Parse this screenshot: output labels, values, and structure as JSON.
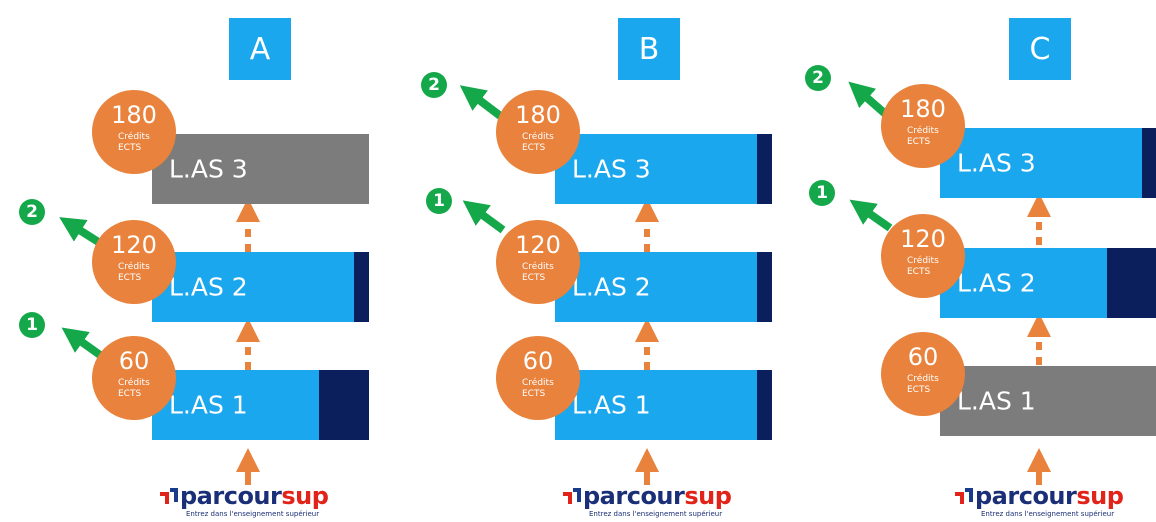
{
  "colors": {
    "blue": "#1aa7ee",
    "navy": "#0b1f5c",
    "gray": "#7c7c7c",
    "orange": "#e8823c",
    "green": "#14a84a",
    "logo_red": "#e2231a",
    "logo_navy": "#1a2f77"
  },
  "logo": {
    "word_part1": "parcour",
    "word_part2": "sup",
    "tagline": "Entrez dans l'enseignement supérieur"
  },
  "panels": [
    {
      "label": "A",
      "levels": [
        {
          "bar": "L.AS 3",
          "credits": "180",
          "credits_word": "Crédits",
          "credits_unit": "ECTS",
          "step": ""
        },
        {
          "bar": "L.AS 2",
          "credits": "120",
          "credits_word": "Crédits",
          "credits_unit": "ECTS",
          "step": "2"
        },
        {
          "bar": "L.AS 1",
          "credits": "60",
          "credits_word": "Crédits",
          "credits_unit": "ECTS",
          "step": "1"
        }
      ]
    },
    {
      "label": "B",
      "levels": [
        {
          "bar": "L.AS 3",
          "credits": "180",
          "credits_word": "Crédits",
          "credits_unit": "ECTS",
          "step": "2"
        },
        {
          "bar": "L.AS 2",
          "credits": "120",
          "credits_word": "Crédits",
          "credits_unit": "ECTS",
          "step": "1"
        },
        {
          "bar": "L.AS 1",
          "credits": "60",
          "credits_word": "Crédits",
          "credits_unit": "ECTS",
          "step": ""
        }
      ]
    },
    {
      "label": "C",
      "levels": [
        {
          "bar": "L.AS 3",
          "credits": "180",
          "credits_word": "Crédits",
          "credits_unit": "ECTS",
          "step": "2"
        },
        {
          "bar": "L.AS 2",
          "credits": "120",
          "credits_word": "Crédits",
          "credits_unit": "ECTS",
          "step": "1"
        },
        {
          "bar": "L.AS 1",
          "credits": "60",
          "credits_word": "Crédits",
          "credits_unit": "ECTS",
          "step": ""
        }
      ]
    }
  ]
}
